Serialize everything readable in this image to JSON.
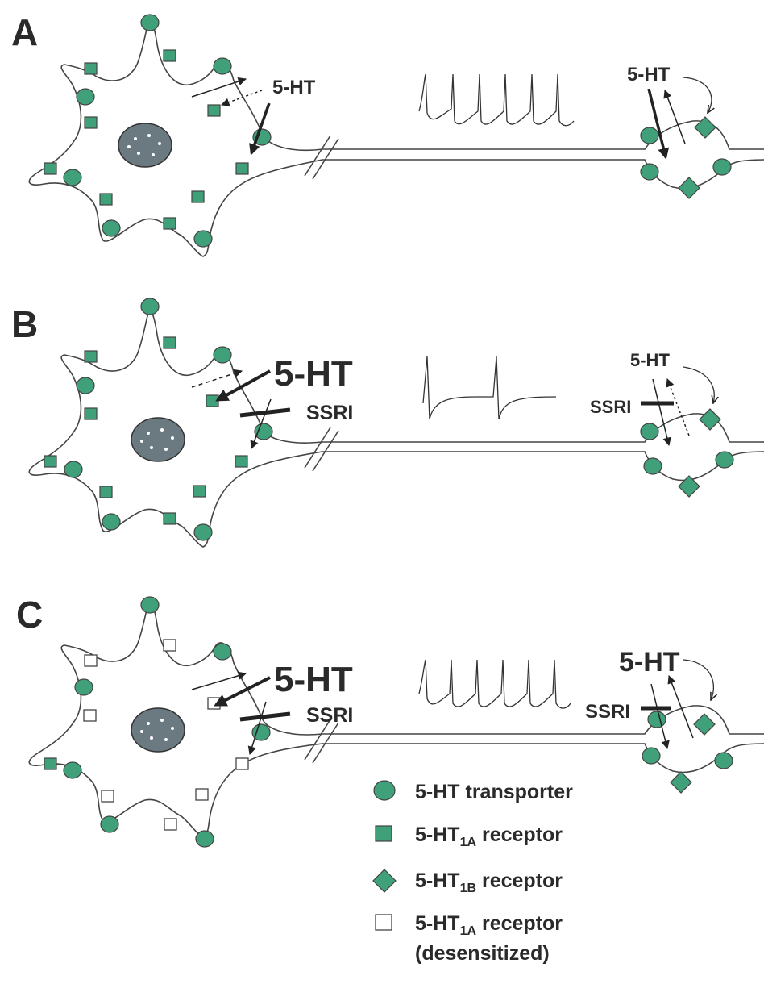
{
  "panels": [
    {
      "id": "A",
      "label": "A",
      "soma_text": "5-HT",
      "terminal_text": "5-HT"
    },
    {
      "id": "B",
      "label": "B",
      "soma_text": "5-HT",
      "soma_ssri": "SSRI",
      "terminal_text": "5-HT",
      "terminal_ssri": "SSRI"
    },
    {
      "id": "C",
      "label": "C",
      "soma_text": "5-HT",
      "soma_ssri": "SSRI",
      "terminal_text": "5-HT",
      "terminal_ssri": "SSRI"
    }
  ],
  "legend": {
    "transporter": "5-HT transporter",
    "rec1a_prefix": "5-HT",
    "rec1a_sub": "1A",
    "rec1a_suffix": " receptor",
    "rec1b_prefix": "5-HT",
    "rec1b_sub": "1B",
    "rec1b_suffix": " receptor",
    "desens_prefix": "5-HT",
    "desens_sub": "1A",
    "desens_suffix": " receptor",
    "desens_line2": "(desensitized)"
  },
  "colors": {
    "marker_fill": "#3fa07a",
    "nucleus_fill": "#6a7a80"
  },
  "firing": {
    "A_spikes": 6,
    "B_spikes": 2,
    "C_spikes": 6
  }
}
